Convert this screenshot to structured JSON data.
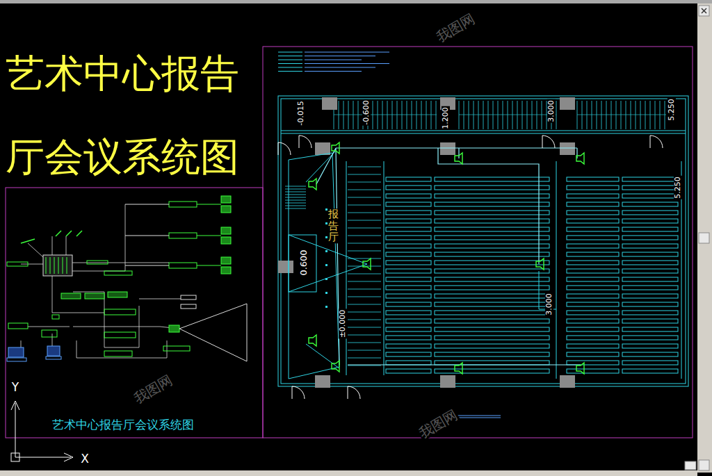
{
  "diagram": {
    "title": "艺术中心报告厅会议系统图",
    "caption": "艺术中心报告厅会议系统图",
    "labels": [
      "-0.015",
      "-0.600",
      "1.200",
      "3.000",
      "5.250",
      "5.250",
      "报告厅",
      "0.600",
      "±0.000",
      "3.000",
      "Y",
      "X",
      "我图网",
      "我图网",
      "我图网"
    ]
  }
}
